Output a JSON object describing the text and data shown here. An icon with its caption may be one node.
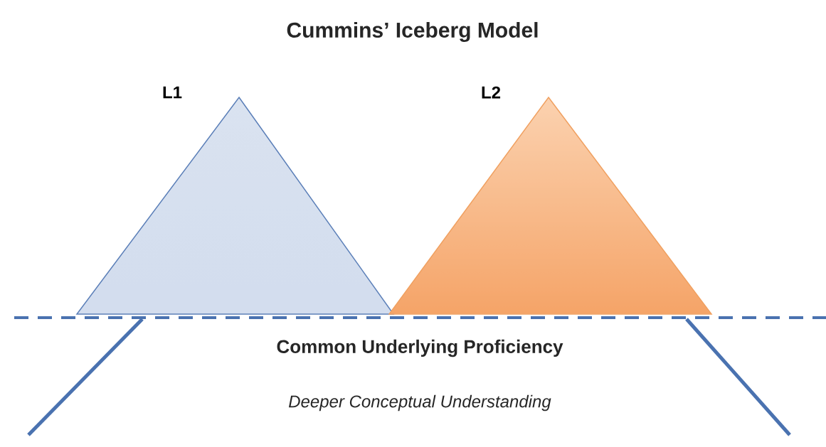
{
  "diagram": {
    "title": "Cummins’ Iceberg Model",
    "nodes": [
      {
        "text": [
          "L1"
        ]
      },
      {
        "text": [
          "L2"
        ]
      },
      {
        "text": [
          "Common Underlying Proficiency",
          "Deeper Conceptual Understanding"
        ]
      }
    ]
  }
}
